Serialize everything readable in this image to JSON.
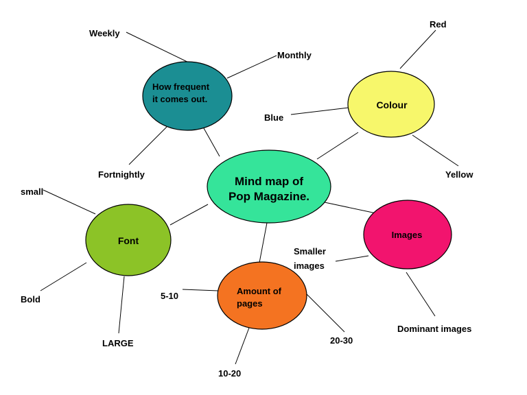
{
  "diagram": {
    "type": "mind-map",
    "background": "#ffffff",
    "edge_color": "#000000"
  },
  "nodes": {
    "center": {
      "label_line1": "Mind map of",
      "label_line2": "Pop Magazine.",
      "fill": "#35e49a"
    },
    "frequency": {
      "label_line1": "How frequent",
      "label_line2": "it comes out.",
      "fill": "#1b8e93"
    },
    "colour": {
      "label": "Colour",
      "fill": "#f7f76b"
    },
    "images": {
      "label": "Images",
      "fill": "#f2146e"
    },
    "font": {
      "label": "Font",
      "fill": "#8cc327"
    },
    "pages": {
      "label_line1": "Amount of",
      "label_line2": "pages",
      "fill": "#f47321"
    }
  },
  "leaves": {
    "weekly": "Weekly",
    "monthly": "Monthly",
    "fortnightly": "Fortnightly",
    "red": "Red",
    "blue": "Blue",
    "yellow": "Yellow",
    "small": "small",
    "bold": "Bold",
    "large": "LARGE",
    "pages_5_10": "5-10",
    "pages_10_20": "10-20",
    "pages_20_30": "20-30",
    "smaller_images_line1": "Smaller",
    "smaller_images_line2": "images",
    "dominant_images": "Dominant images"
  }
}
